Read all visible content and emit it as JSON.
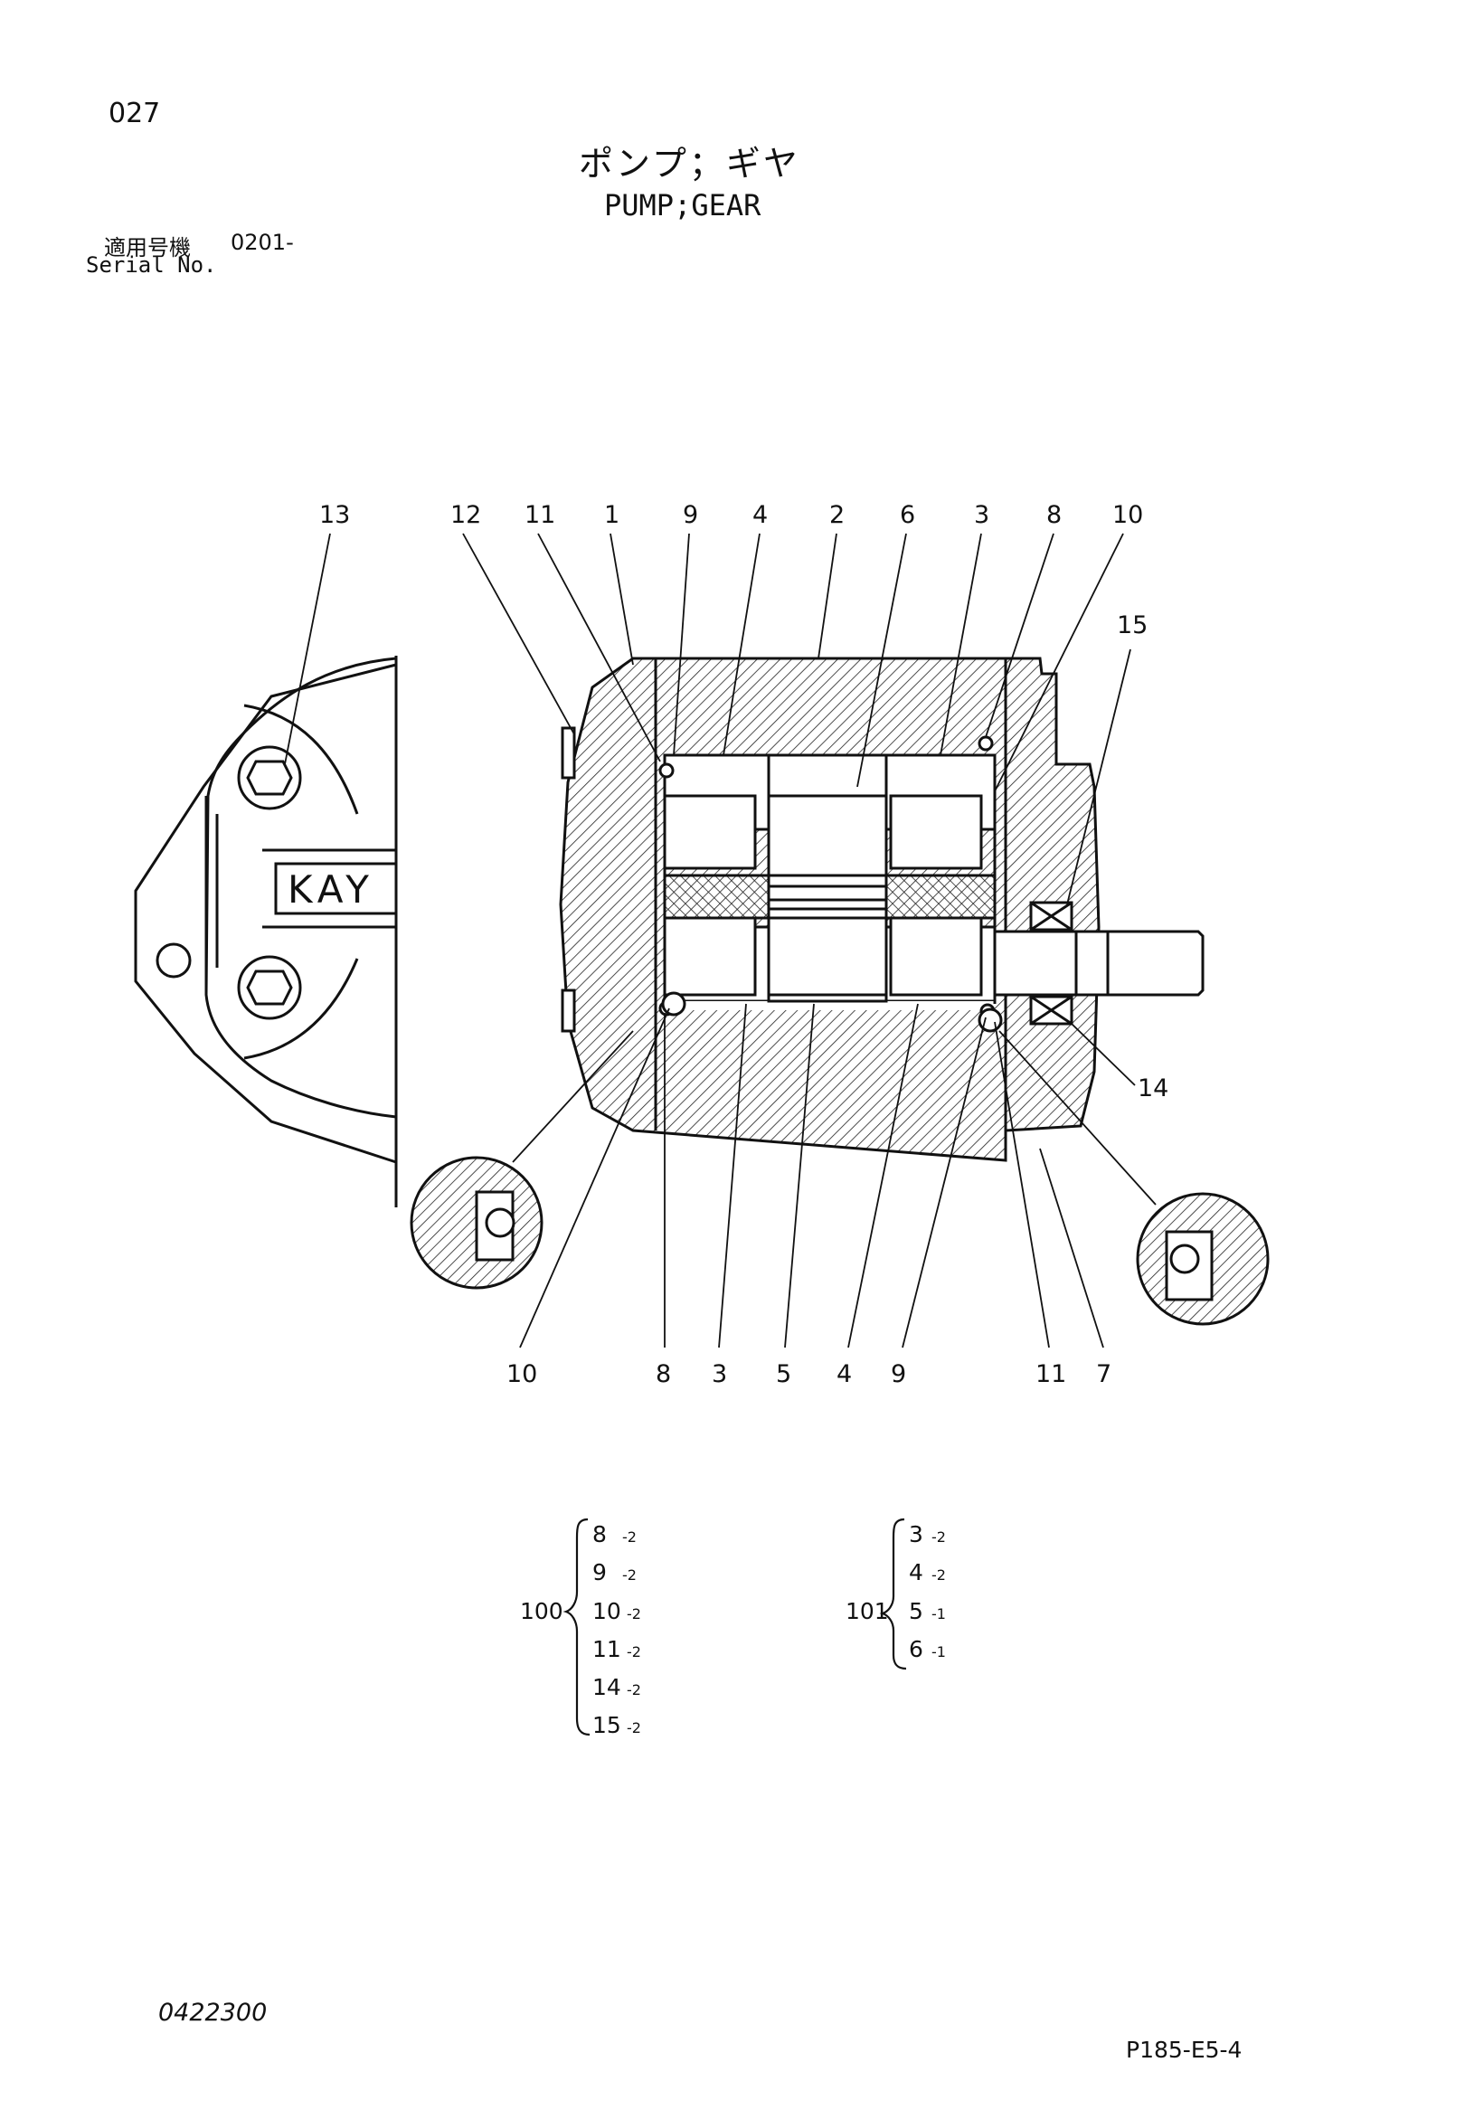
{
  "header": {
    "page_number": "027",
    "title_jp": "ポンプ；ギヤ",
    "title_en": "PUMP;GEAR",
    "serial_label_jp": "適用号機",
    "serial_range": "0201-",
    "serial_label_en": "Serial No."
  },
  "diagram": {
    "logo_text": "KAY",
    "top_callouts": [
      "13",
      "12",
      "11",
      "1",
      "9",
      "4",
      "2",
      "6",
      "3",
      "8",
      "10",
      "15"
    ],
    "side_callouts": [
      "14"
    ],
    "bottom_callouts": [
      "10",
      "8",
      "3",
      "5",
      "4",
      "9",
      "11",
      "7"
    ]
  },
  "kits": [
    {
      "code": "100",
      "items": [
        {
          "part": "8",
          "qty": "-2"
        },
        {
          "part": "9",
          "qty": "-2"
        },
        {
          "part": "10",
          "qty": "-2"
        },
        {
          "part": "11",
          "qty": "-2"
        },
        {
          "part": "14",
          "qty": "-2"
        },
        {
          "part": "15",
          "qty": "-2"
        }
      ]
    },
    {
      "code": "101",
      "items": [
        {
          "part": "3",
          "qty": "-2"
        },
        {
          "part": "4",
          "qty": "-2"
        },
        {
          "part": "5",
          "qty": "-1"
        },
        {
          "part": "6",
          "qty": "-1"
        }
      ]
    }
  ],
  "footer": {
    "doc_number": "0422300",
    "page_code": "P185-E5-4"
  }
}
